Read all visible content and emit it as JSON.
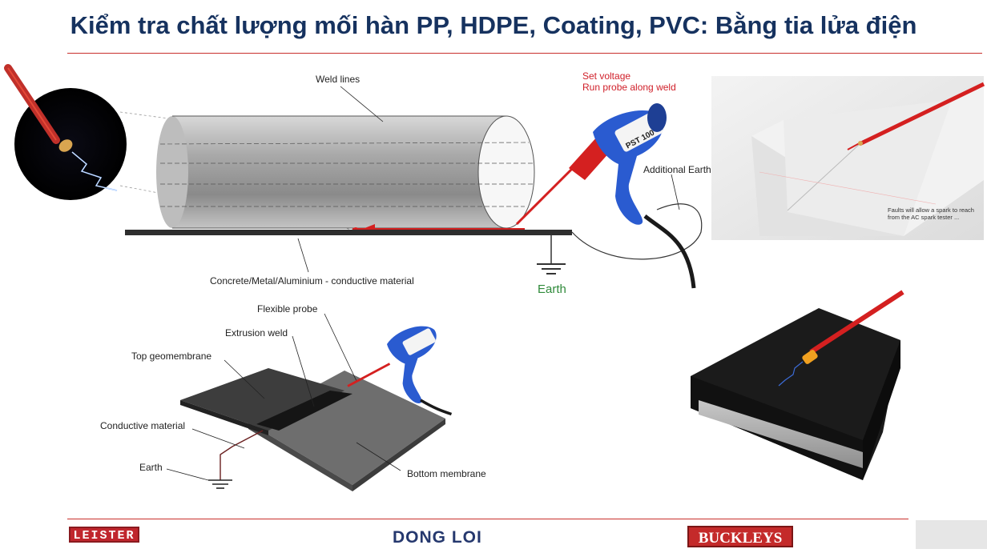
{
  "title": "Kiểm tra chất lượng mối hàn PP, HDPE, Coating, PVC: Bằng tia lửa điện",
  "top_diagram": {
    "weld_lines": "Weld lines",
    "set_voltage": "Set voltage",
    "run_probe": "Run probe along weld",
    "additional_earth": "Additional Earth",
    "conductive_base": "Concrete/Metal/Aluminium - conductive material",
    "earth": "Earth"
  },
  "tester_brand": "BUCKLEYS",
  "tester_model": "PST 100",
  "bottom_diagram": {
    "flexible_probe": "Flexible probe",
    "extrusion_weld": "Extrusion weld",
    "top_geomembrane": "Top geomembrane",
    "conductive_material": "Conductive material",
    "earth": "Earth",
    "bottom_membrane": "Bottom membrane"
  },
  "photo_caption": "Faults will allow a spark to reach from the AC spark tester ...",
  "footer": {
    "leister": "LEISTER",
    "dongloi": "DONG LOI",
    "buckleys": "BUCKLEYS"
  },
  "colors": {
    "title": "#16325f",
    "accent_red": "#c9302c",
    "tester_blue": "#2a5bd0",
    "probe_red": "#d42020",
    "earth_green": "#2f8a3a"
  }
}
